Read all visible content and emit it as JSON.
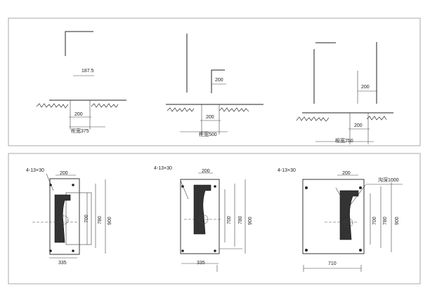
{
  "top_panel": {
    "diagrams": [
      {
        "label_top": "187.5",
        "label_mid": "200",
        "label_bottom": "柜宽375"
      },
      {
        "label_top": "200",
        "label_mid": "200",
        "label_bottom": "柜宽500"
      },
      {
        "label_top": "200",
        "label_mid": "200",
        "label_bottom": "柜宽750"
      }
    ]
  },
  "bottom_panel": {
    "diagrams": [
      {
        "bolt_label": "4-13×30",
        "top_dim": "200",
        "v1": "700",
        "v2": "780",
        "v3": "900",
        "bottom_dim": "335",
        "extra": ""
      },
      {
        "bolt_label": "4-13×30",
        "top_dim": "200",
        "v1": "700",
        "v2": "780",
        "v3": "900",
        "bottom_dim": "335",
        "extra": ""
      },
      {
        "bolt_label": "4-13×30",
        "top_dim": "200",
        "v1": "700",
        "v2": "780",
        "v3": "900",
        "bottom_dim": "710",
        "extra": "沟深1000"
      }
    ]
  }
}
